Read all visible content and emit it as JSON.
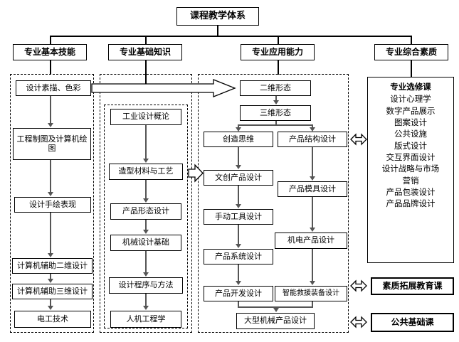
{
  "root": {
    "label": "课程教学体系"
  },
  "headers": [
    {
      "label": "专业基本技能"
    },
    {
      "label": "专业基础知识"
    },
    {
      "label": "专业应用能力"
    },
    {
      "label": "专业综合素质"
    }
  ],
  "column1": {
    "items": [
      {
        "label": "设计素描、色彩"
      },
      {
        "label": "工程制图及计算机绘图"
      },
      {
        "label": "设计手绘表现"
      },
      {
        "label": "计算机辅助二维设计"
      },
      {
        "label": "计算机辅助三维设计"
      },
      {
        "label": "电工技术"
      }
    ]
  },
  "column2": {
    "items": [
      {
        "label": "工业设计概论"
      },
      {
        "label": "造型材料与工艺"
      },
      {
        "label": "产品形态设计"
      },
      {
        "label": "机械设计基础"
      },
      {
        "label": "设计程序与方法"
      },
      {
        "label": "人机工程学"
      }
    ]
  },
  "column3": {
    "top": [
      {
        "label": "二维形态"
      },
      {
        "label": "三维形态"
      }
    ],
    "left_branch": [
      {
        "label": "创造思维"
      },
      {
        "label": "文创产品设计"
      },
      {
        "label": "手动工具设计"
      },
      {
        "label": "产品系统设计"
      },
      {
        "label": "产品开发设计"
      }
    ],
    "right_branch": [
      {
        "label": "产品结构设计"
      },
      {
        "label": "产品模具设计"
      },
      {
        "label": "机电产品设计"
      },
      {
        "label": "智能救援装备设计"
      }
    ],
    "merge": {
      "label": "大型机械产品设计"
    }
  },
  "column4": {
    "elective": {
      "title": "专业选修课",
      "items": [
        "设计心理学",
        "数字产品展示",
        "图案设计",
        "公共设施",
        "版式设计",
        "交互界面设计",
        "设计战略与市场",
        "营销",
        "产品包装设计",
        "产品品牌设计"
      ]
    },
    "quality_course": {
      "label": "素质拓展教育课"
    },
    "public_course": {
      "label": "公共基础课"
    }
  },
  "icons": {
    "big_arrow_right": "block-arrow-right-icon",
    "small_arrow_right": "block-arrow-right-icon",
    "double_arrow": "double-headed-arrow-icon"
  },
  "colors": {
    "line": "#000000",
    "flow_line": "#555555",
    "background": "#ffffff"
  }
}
